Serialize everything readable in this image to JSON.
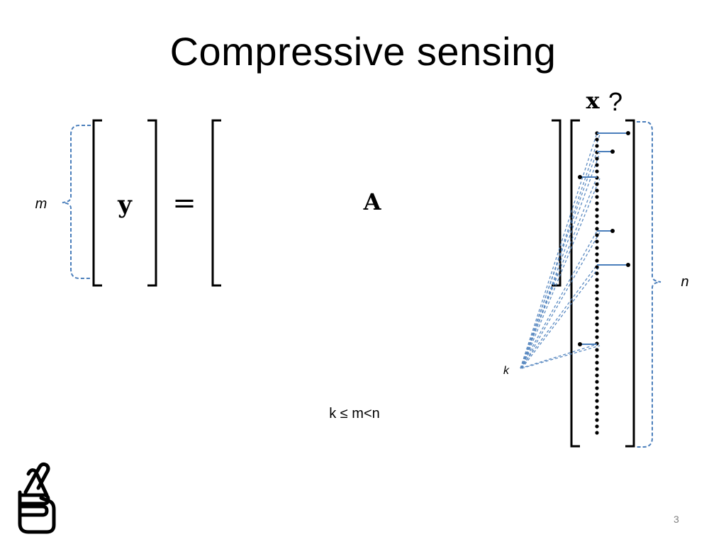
{
  "slide": {
    "title": "Compressive sensing",
    "page_number": "3",
    "condition": "k ≤ m<n"
  },
  "equation": {
    "lhs": "y",
    "equals": "=",
    "matrix": "A",
    "unknown": "x",
    "question": "?"
  },
  "labels": {
    "m": "m",
    "n": "n",
    "k": "k"
  },
  "colors": {
    "text": "#000000",
    "accent": "#4a7ebb",
    "page_number": "#7f7f7f"
  },
  "icons": {
    "logo": "crossed-fingers-icon"
  }
}
